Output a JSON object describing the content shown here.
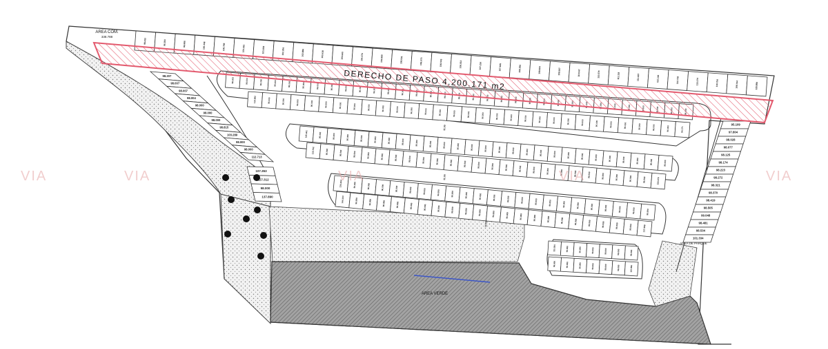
{
  "plan": {
    "right_of_way_label": "DERECHO  DE  PASO  4,200.171  m2",
    "common_area_label": "AREA COM.",
    "common_area_value": "338.788",
    "lower_zone_label": "AREA VERDE",
    "park_label": "AREA DE PARQUE"
  },
  "watermark": {
    "text": "VIA"
  },
  "lots": {
    "top_row": [
      "98.433",
      "96.184",
      "96.986",
      "100.338",
      "100.789",
      "101.261",
      "101.833",
      "102.304",
      "102.886",
      "103.418",
      "103.940",
      "104.479",
      "104.990",
      "105.531",
      "106.073",
      "106.543",
      "106.613",
      "107.234",
      "107.845",
      "108.356",
      "108.924",
      "109.567",
      "110.047",
      "110.579",
      "111.118",
      "111.607",
      "112.146",
      "112.718",
      "113.170",
      "119.754",
      "108.764",
      "128.888"
    ],
    "left_column": [
      "98.207",
      "98.007",
      "98.007",
      "98.004",
      "98.000",
      "98.000",
      "98.000",
      "98.815",
      "103.289",
      "98.000",
      "98.000",
      "112.713"
    ],
    "left_lower": [
      "107.353",
      "127.312",
      "98.000",
      "137.890"
    ],
    "right_column": [
      "95.109",
      "97.804",
      "98.028",
      "98.077",
      "98.125",
      "98.174",
      "98.223",
      "98.272",
      "98.321",
      "98.370",
      "98.419",
      "98.505",
      "99.048",
      "98.481",
      "98.534",
      "101.334"
    ],
    "std_value": "96.000",
    "row1_first": "98.633",
    "row1_second": "119.982",
    "row1_last": "94.171",
    "row2_first": "145.461",
    "row3_first": "115.752",
    "row3_last": "118.279",
    "row4_first": "136.264",
    "row5_first": "144.163",
    "row5_last": "137.999",
    "pocket_first": "115.584",
    "pocket_last": "115.966",
    "road_dims": [
      "11.00",
      "11.00",
      "11.00"
    ]
  },
  "colors": {
    "row_highlight": "#e35a6e",
    "line": "#222222",
    "background": "#e9e9e9",
    "hatch_dark": "#8a8a8a",
    "watermark": "#e7a7a7",
    "blue_line": "#3b55c8"
  }
}
